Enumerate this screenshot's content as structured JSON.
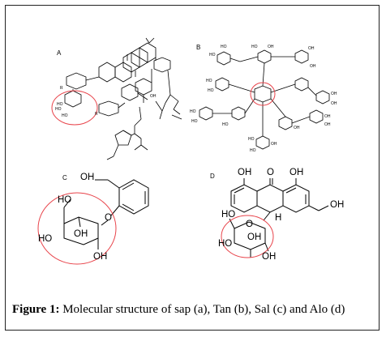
{
  "panels": {
    "a": {
      "label": "A",
      "atoms": [
        "HO",
        "HO",
        "HO",
        "R",
        "OH",
        "R"
      ]
    },
    "b": {
      "label": "B",
      "atoms": [
        "HO",
        "HO",
        "OH",
        "HO",
        "OH",
        "OH",
        "HO",
        "HO",
        "HO",
        "OH",
        "OH",
        "OH",
        "HO",
        "HO",
        "OH",
        "OH",
        "HO",
        "HO",
        "OH"
      ]
    },
    "c": {
      "label": "C",
      "atoms": [
        "OH",
        "HO",
        "O",
        "HO",
        "OH",
        "OH"
      ]
    },
    "d": {
      "label": "D",
      "atoms": [
        "OH",
        "O",
        "OH",
        "OH",
        "HO",
        "O",
        "H",
        "HO",
        "OH",
        "OH"
      ]
    }
  },
  "caption": {
    "prefix": "Figure 1:",
    "text": " Molecular structure of sap (a), Tan (b), Sal (c) and Alo (d)"
  },
  "colors": {
    "highlight_circle": "#e8434a",
    "ink": "#000000"
  }
}
